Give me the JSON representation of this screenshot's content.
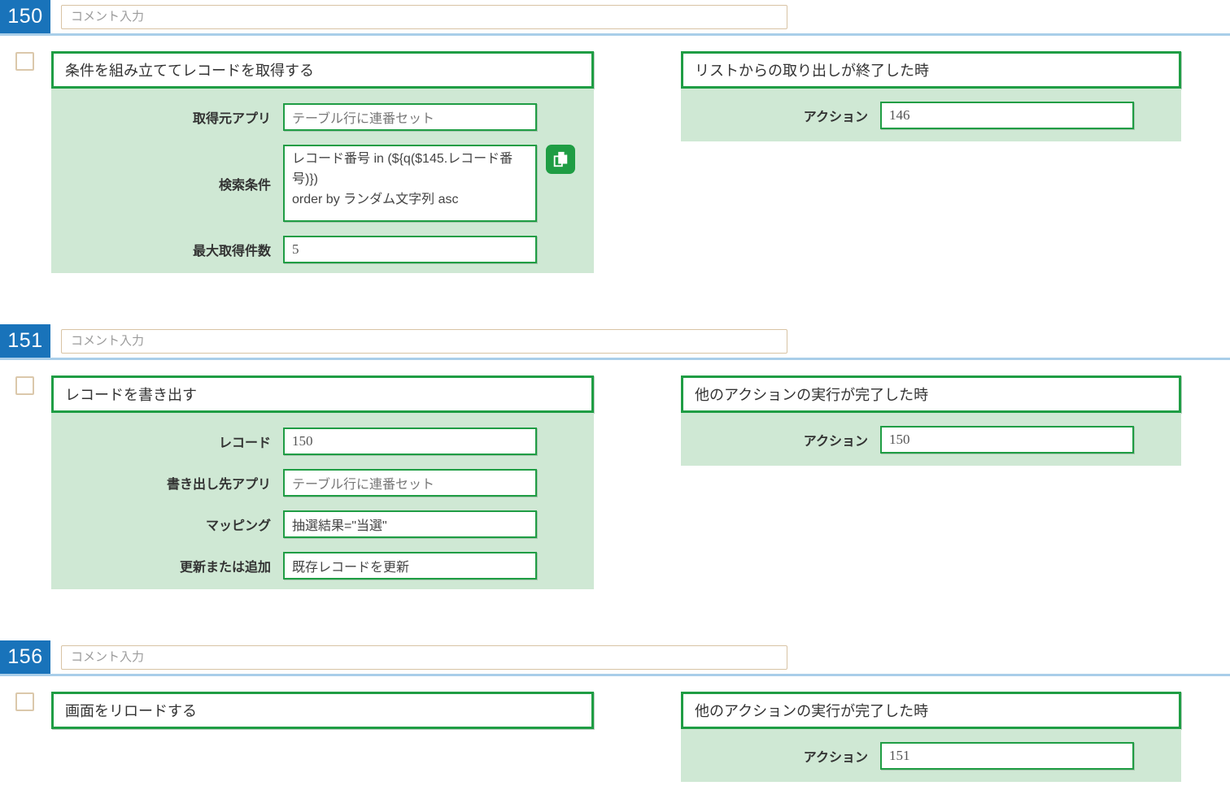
{
  "ui": {
    "comment_placeholder": "コメント入力",
    "action_field_label": "アクション",
    "copy_icon": "copy-pages",
    "colors": {
      "badge_blue": "#1973ba",
      "separator_blue": "#a9cee9",
      "green_border": "#1f9d44",
      "green_panel_bg": "#cfe8d4",
      "tan_border": "#d8c3a4"
    }
  },
  "sections": [
    {
      "id": "150",
      "comment_value": "",
      "action": {
        "title": "条件を組み立ててレコードを取得する",
        "fields": [
          {
            "label": "取得元アプリ",
            "value": "テーブル行に連番セット"
          },
          {
            "label": "検索条件",
            "value": "レコード番号 in (${q($145.レコード番号)})\norder by ランダム文字列 asc"
          },
          {
            "label": "最大取得件数",
            "value": "5"
          }
        ]
      },
      "trigger": {
        "title": "リストからの取り出しが終了した時",
        "action_ref": "146"
      }
    },
    {
      "id": "151",
      "comment_value": "",
      "action": {
        "title": "レコードを書き出す",
        "fields": [
          {
            "label": "レコード",
            "value": "150"
          },
          {
            "label": "書き出し先アプリ",
            "value": "テーブル行に連番セット"
          },
          {
            "label": "マッピング",
            "value": "抽選結果=\"当選\""
          },
          {
            "label": "更新または追加",
            "value": "既存レコードを更新"
          }
        ]
      },
      "trigger": {
        "title": "他のアクションの実行が完了した時",
        "action_ref": "150"
      }
    },
    {
      "id": "156",
      "comment_value": "",
      "action": {
        "title": "画面をリロードする",
        "fields": []
      },
      "trigger": {
        "title": "他のアクションの実行が完了した時",
        "action_ref": "151"
      }
    }
  ]
}
